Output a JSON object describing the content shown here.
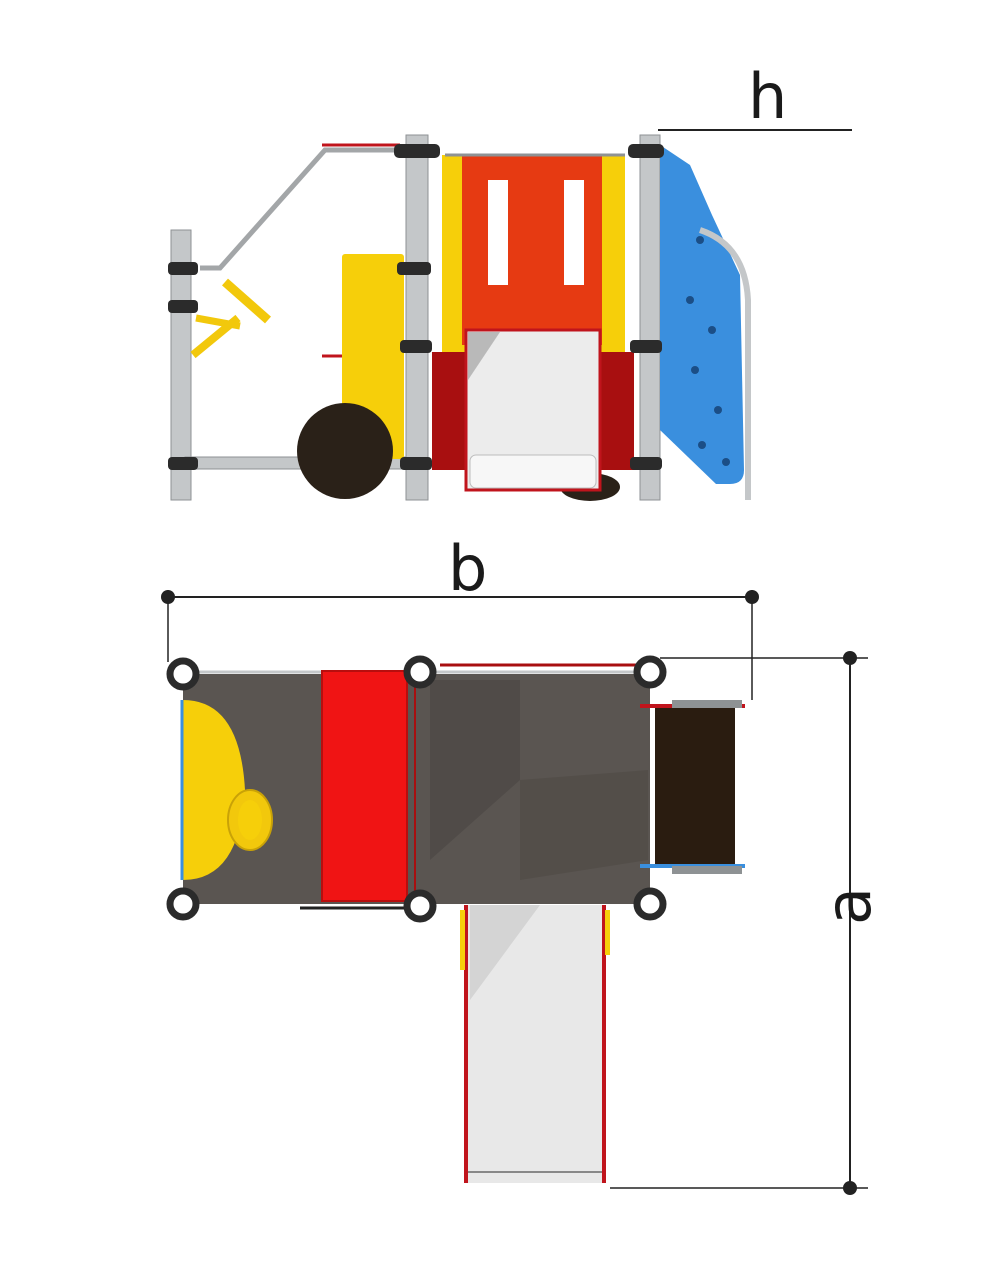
{
  "dimensions": {
    "height_label": "h",
    "width_label": "b",
    "depth_label": "a"
  },
  "colors": {
    "post": "#c4c7c9",
    "clamp": "#2b2b2b",
    "panel_red": "#e63a12",
    "panel_yellow": "#f6cf0a",
    "panel_blue": "#3a8fde",
    "slide_white": "#ececec",
    "slide_edge": "#c0141c",
    "dark_red": "#a80f10",
    "wheel": "#2a2118",
    "deck": "#5a5551",
    "ladder_dark": "#2a1c10",
    "dimension_line": "#222222"
  }
}
